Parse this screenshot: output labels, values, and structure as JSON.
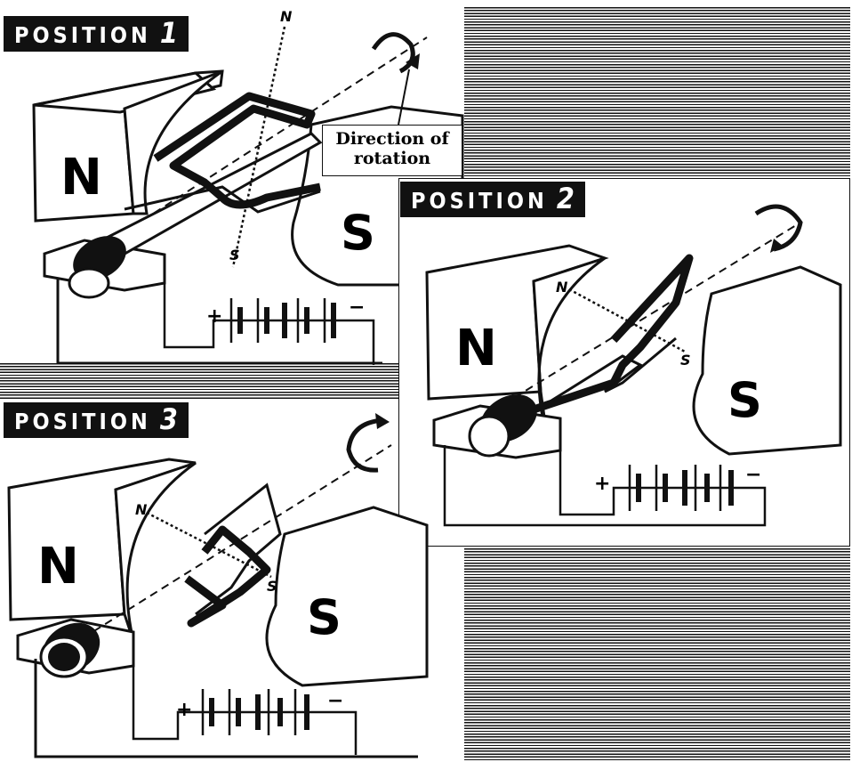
{
  "labels": {
    "position1": {
      "word": "POSITION",
      "num": "1"
    },
    "position2": {
      "word": "POSITION",
      "num": "2"
    },
    "position3": {
      "word": "POSITION",
      "num": "3"
    }
  },
  "poles": {
    "north": "N",
    "south": "S"
  },
  "axis_labels": {
    "north": "N",
    "south": "S"
  },
  "battery": {
    "plus": "+",
    "minus": "−"
  },
  "callout": {
    "line1": "Direction of",
    "line2": "rotation"
  }
}
